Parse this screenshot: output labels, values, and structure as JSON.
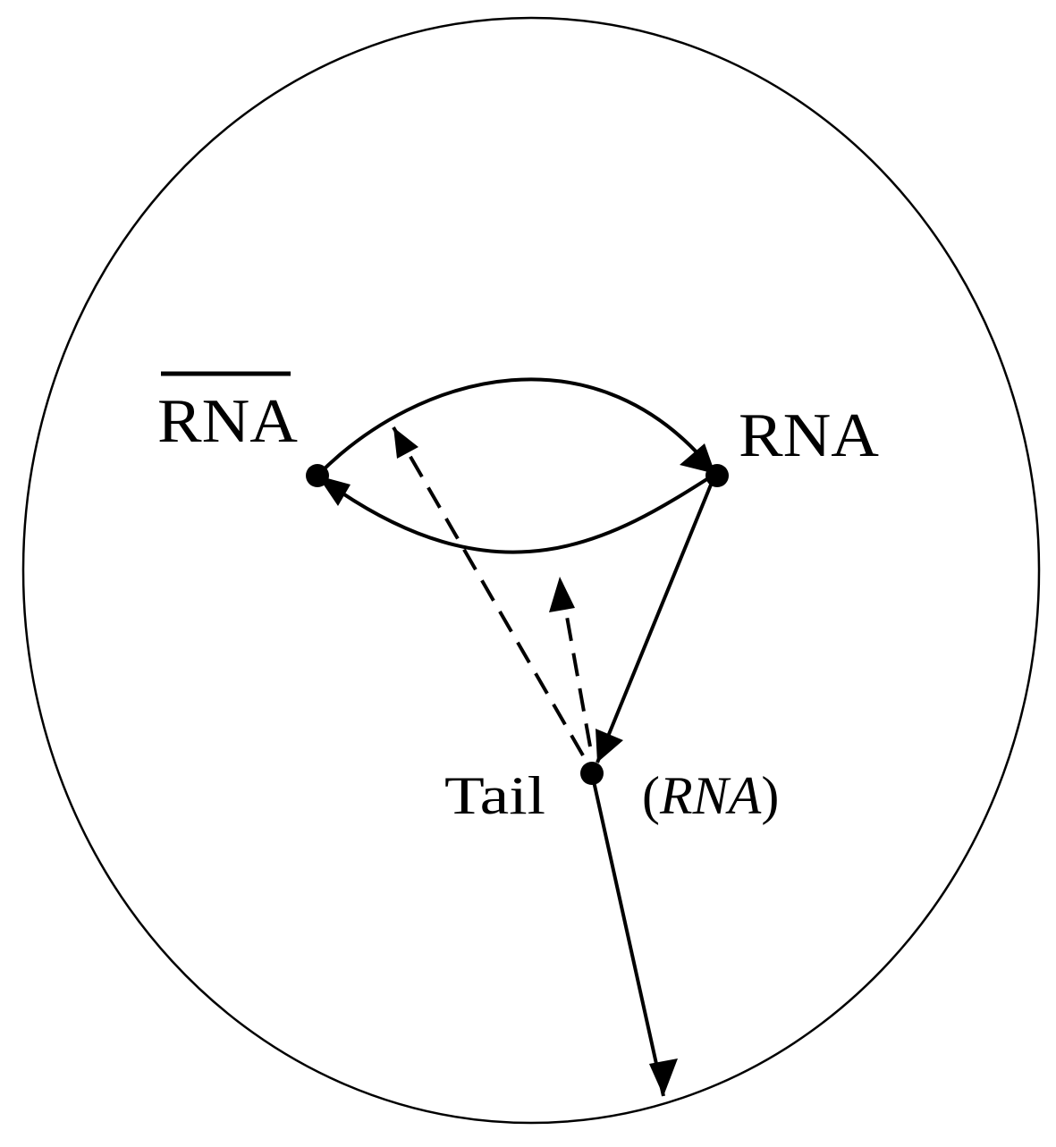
{
  "diagram": {
    "labels": {
      "rna_bar": "RNA",
      "rna": "RNA",
      "tail": "Tail",
      "tail_sub_open": "(",
      "tail_sub_text": "RNA",
      "tail_sub_close": ")"
    },
    "nodes": [
      {
        "id": "rna-bar",
        "label": "RNA"
      },
      {
        "id": "rna",
        "label": "RNA"
      },
      {
        "id": "tail",
        "label": "Tail"
      }
    ],
    "edges": [
      {
        "from": "rna-bar",
        "to": "rna",
        "style": "solid"
      },
      {
        "from": "rna",
        "to": "rna-bar",
        "style": "solid"
      },
      {
        "from": "rna",
        "to": "tail",
        "style": "solid"
      },
      {
        "from": "tail",
        "to": "outside",
        "style": "solid"
      },
      {
        "from": "tail",
        "to": "upper-arc",
        "style": "dashed"
      },
      {
        "from": "tail",
        "to": "lower-arc",
        "style": "dashed"
      }
    ],
    "colors": {
      "stroke": "#000000",
      "background": "#ffffff"
    }
  }
}
